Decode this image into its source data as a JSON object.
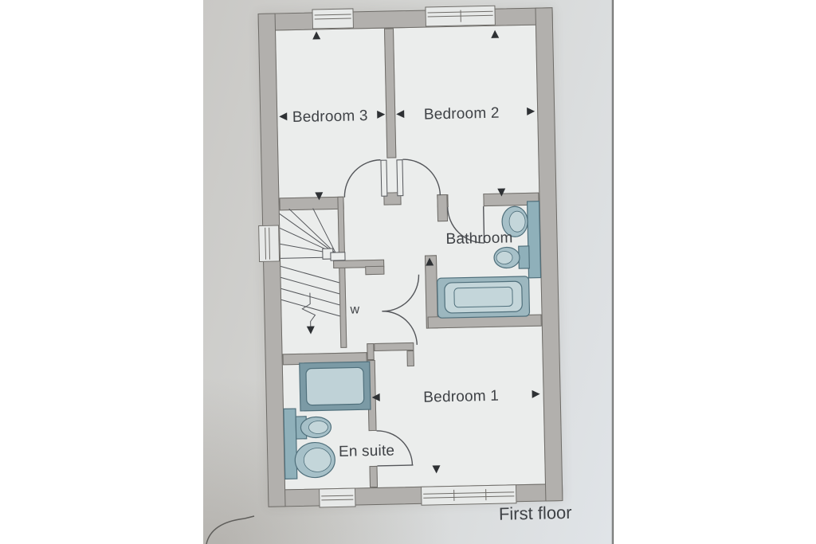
{
  "floorplan": {
    "caption": "First floor",
    "rooms": [
      {
        "name": "Bedroom 3"
      },
      {
        "name": "Bedroom 2"
      },
      {
        "name": "Bathroom"
      },
      {
        "name": "w"
      },
      {
        "name": "En suite"
      },
      {
        "name": "Bedroom 1"
      }
    ],
    "fixtures": [
      "staircase",
      "bathtub",
      "bathroom-sink",
      "bathroom-toilet",
      "shower",
      "ensuite-toilet",
      "ensuite-sink",
      "wardrobe-double-doors"
    ],
    "colors": {
      "paper-left": "#c9c8c5",
      "paper-mid": "#d5d6d4",
      "paper-right": "#e0e4e8",
      "wall-fill": "#b2b0ad",
      "wall-line": "#6e6c68",
      "room-fill": "#ebedec",
      "window-fill": "#e7e9e8",
      "line-dark": "#54565a",
      "arrow": "#2e3134",
      "text": "#3f4246",
      "teal": "#8fb0ba",
      "teal-mid": "#a6c0c8",
      "teal-light": "#c4d6da",
      "teal-dark": "#4f6f7b",
      "shower-frame": "#7b9aa5",
      "photo-edge": "#454543"
    }
  }
}
